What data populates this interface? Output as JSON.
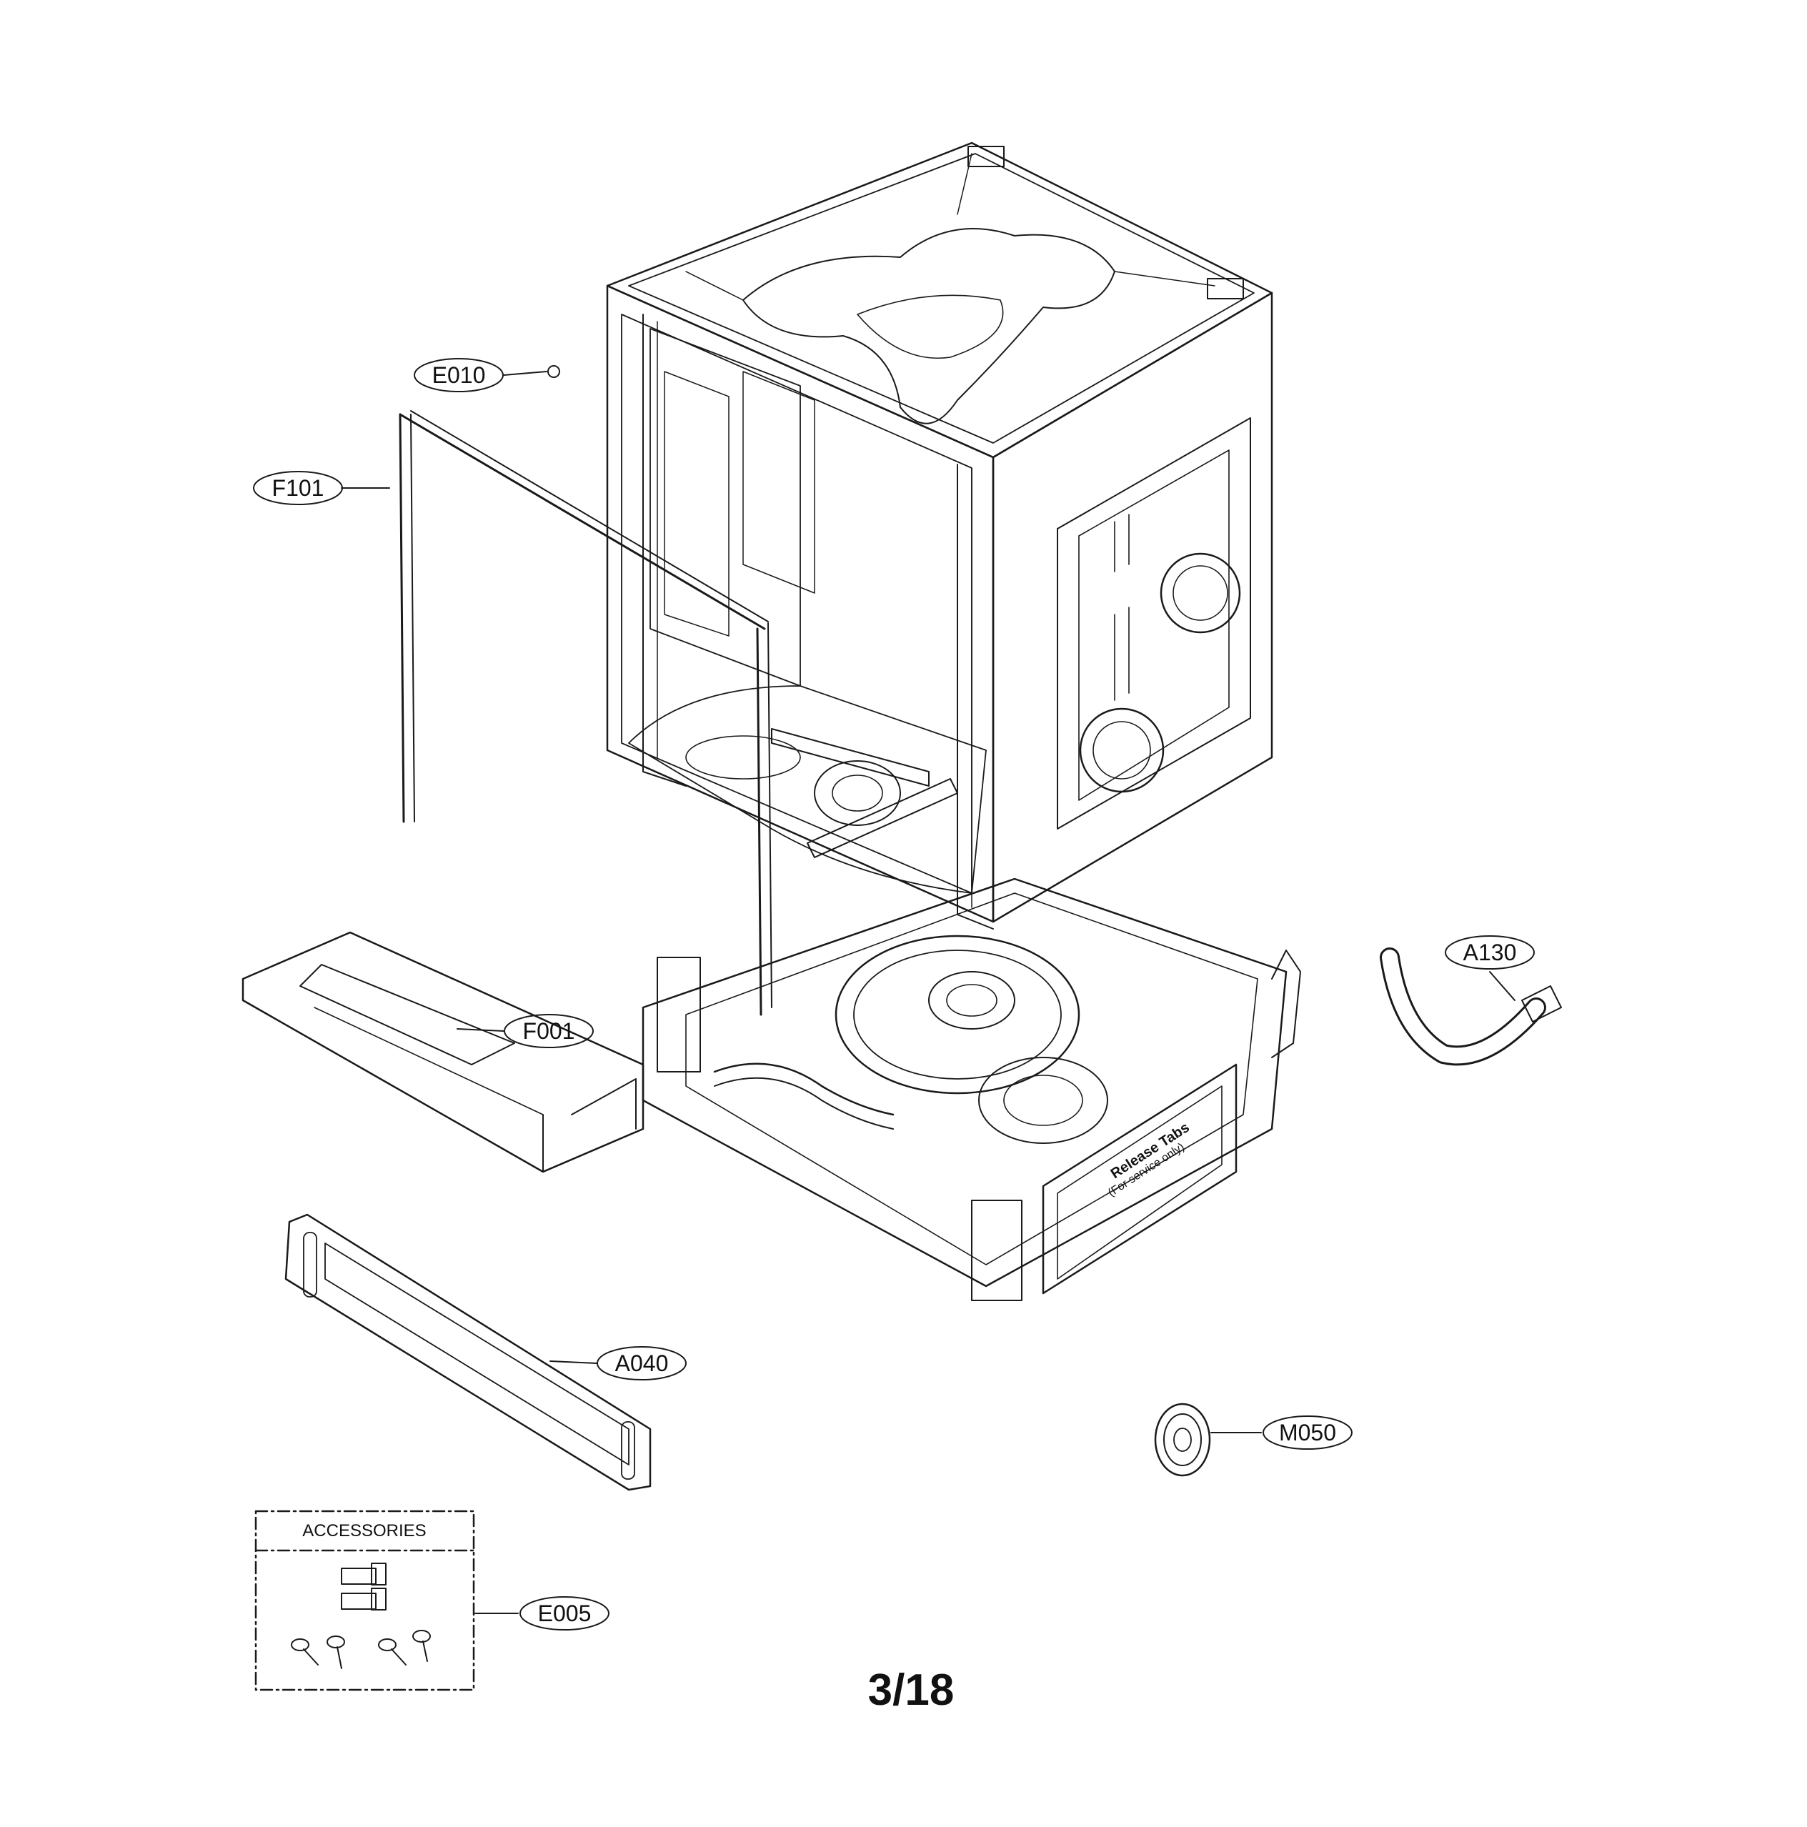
{
  "callouts": {
    "e010": "E010",
    "f101": "F101",
    "f001": "F001",
    "a040": "A040",
    "a130": "A130",
    "m050": "M050",
    "e005": "E005"
  },
  "accessories_label": "ACCESSORIES",
  "release_tabs": {
    "line1": "Release Tabs",
    "line2": "(For service only)"
  },
  "page_number": "3/18"
}
